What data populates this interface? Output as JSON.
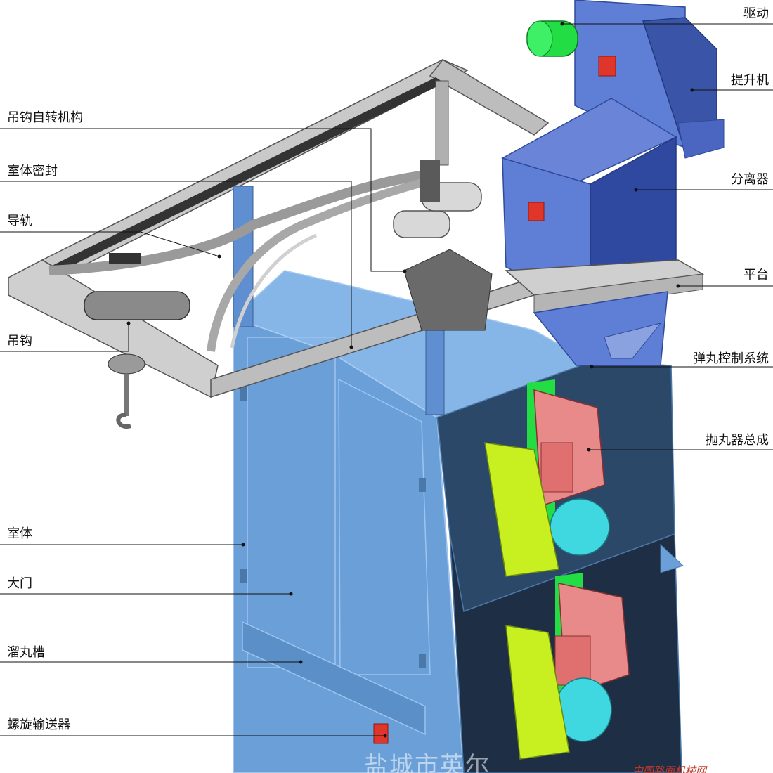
{
  "labels": {
    "left": {
      "hook_rotation": "吊钩自转机构",
      "chamber_seal": "室体密封",
      "guide_rail": "导轨",
      "hook": "吊钩",
      "chamber": "室体",
      "door": "大门",
      "shot_chute": "溜丸槽",
      "screw_conveyor": "螺旋输送器"
    },
    "right": {
      "drive": "驱动",
      "elevator": "提升机",
      "separator": "分离器",
      "platform": "平台",
      "shot_control": "弹丸控制系统",
      "blast_assembly": "抛丸器总成"
    }
  },
  "watermark": {
    "company": "盐城市英尔",
    "site": "中国路面机械网"
  },
  "colors": {
    "chamber_front": "#6a9fd8",
    "chamber_dark": "#1e2f45",
    "chamber_mid": "#2c4868",
    "frame": "#bdbdbd",
    "blue_machine": "#5f7fd6",
    "motor_green": "#22dd44",
    "blast_red": "#e88a8a",
    "blast_yellow": "#c8f020",
    "motor_cyan": "#3fd7e0"
  }
}
